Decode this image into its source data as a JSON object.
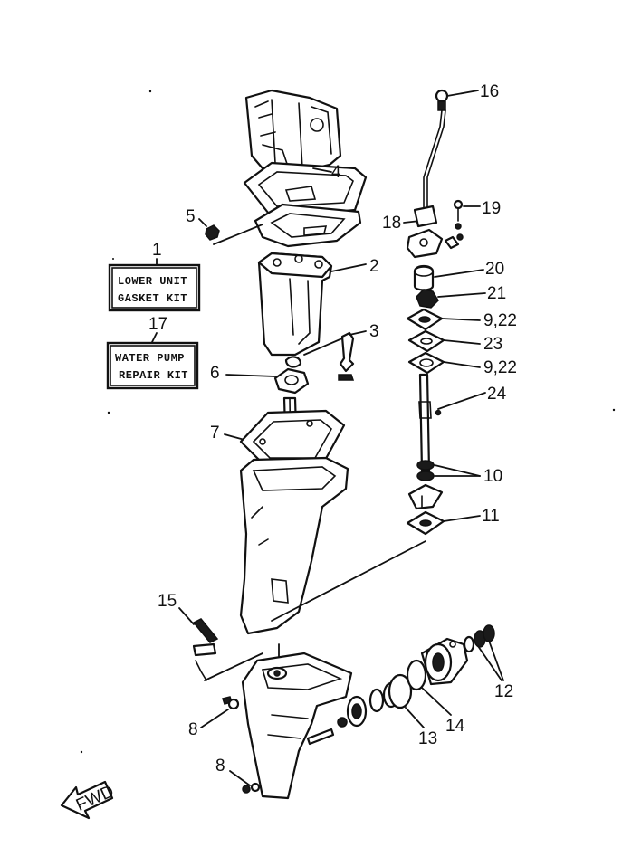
{
  "kits": [
    {
      "ref": "1",
      "line1": "LOWER UNIT",
      "line2": "GASKET KIT"
    },
    {
      "ref": "17",
      "line1": "WATER PUMP",
      "line2": "REPAIR KIT"
    }
  ],
  "callouts": {
    "c2": "2",
    "c3": "3",
    "c4": "4",
    "c5": "5",
    "c6": "6",
    "c7": "7",
    "c8a": "8",
    "c8b": "8",
    "c9_22a": "9,22",
    "c9_22b": "9,22",
    "c10": "10",
    "c11": "11",
    "c12": "12",
    "c13": "13",
    "c14": "14",
    "c15": "15",
    "c16": "16",
    "c18": "18",
    "c19": "19",
    "c20": "20",
    "c21": "21",
    "c23": "23",
    "c24": "24"
  },
  "fwd_label": "FWD"
}
